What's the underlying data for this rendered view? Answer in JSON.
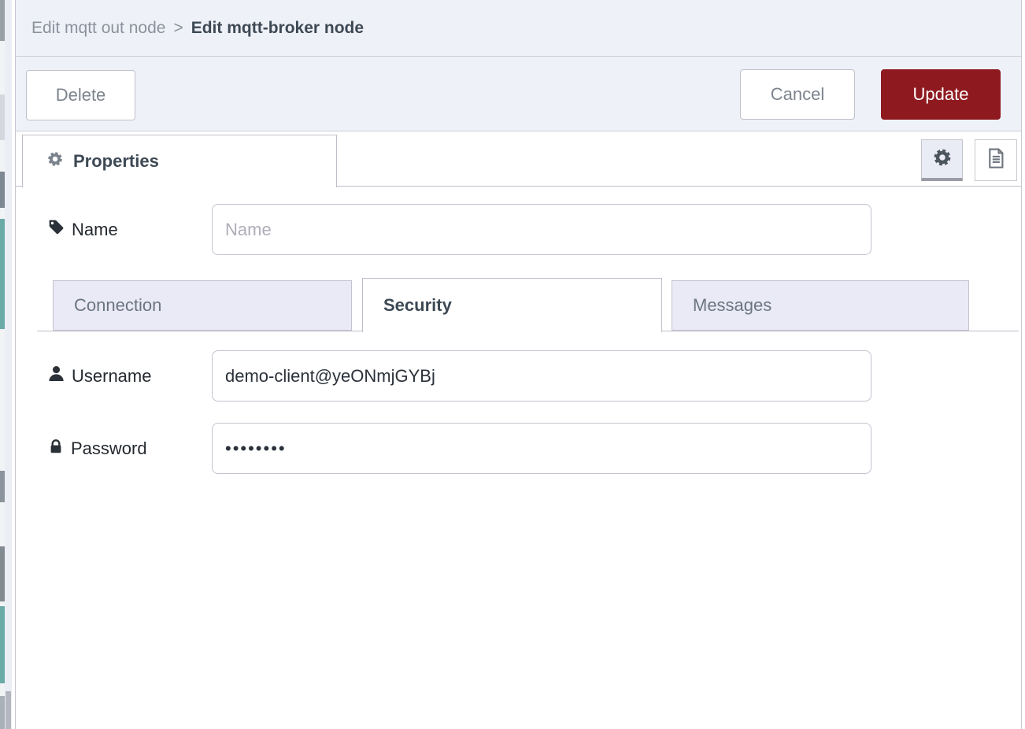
{
  "breadcrumb": {
    "parent": "Edit mqtt out node",
    "separator": ">",
    "current": "Edit mqtt-broker node"
  },
  "toolbar": {
    "delete_label": "Delete",
    "cancel_label": "Cancel",
    "update_label": "Update"
  },
  "editor_tabs": {
    "properties_label": "Properties",
    "properties_icon": "gear-icon",
    "view_buttons": [
      {
        "name": "edit-properties",
        "icon": "gear-icon",
        "active": true
      },
      {
        "name": "description",
        "icon": "document-icon",
        "active": false
      }
    ]
  },
  "form": {
    "name": {
      "label": "Name",
      "icon": "tag-icon",
      "placeholder": "Name",
      "value": ""
    },
    "broker_tabs": [
      {
        "label": "Connection",
        "active": false
      },
      {
        "label": "Security",
        "active": true
      },
      {
        "label": "Messages",
        "active": false
      }
    ],
    "username": {
      "label": "Username",
      "icon": "user-icon",
      "value": "demo-client@yeONmjGYBj"
    },
    "password": {
      "label": "Password",
      "icon": "lock-icon",
      "value": "••••••••"
    }
  },
  "colors": {
    "accent_red": "#8e1a20",
    "panel_bg": "#eff1f9",
    "inactive_tab_bg": "#e9eaf6",
    "border": "#c3c3cf",
    "heading_text": "#3d4954",
    "muted_text": "#8b929b",
    "palette_teal": "#6aaba8"
  }
}
